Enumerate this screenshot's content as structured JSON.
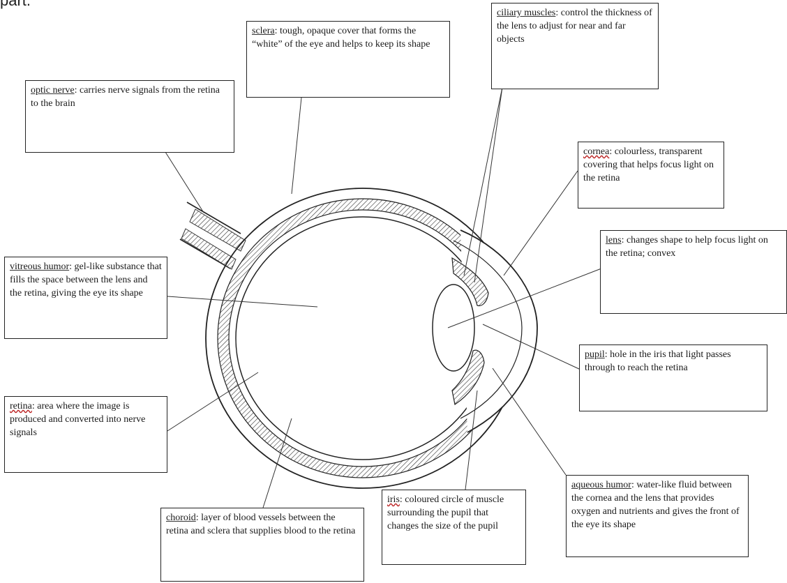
{
  "top_text": "part.",
  "labels": {
    "sclera": {
      "term": "sclera",
      "desc": ": tough, opaque cover that forms the “white” of the eye and helps to keep its shape"
    },
    "ciliary": {
      "term": "ciliary muscles",
      "desc": ": control the thickness of the lens to adjust for near and far objects"
    },
    "optic": {
      "term": "optic nerve",
      "desc": ": carries nerve signals from the retina to the brain"
    },
    "cornea": {
      "term": "cornea",
      "desc": ": colourless, transparent covering that helps focus light on the retina"
    },
    "lens": {
      "term": "lens",
      "desc": ": changes shape to help focus light on the retina; convex"
    },
    "vitreous": {
      "term": "vitreous humor",
      "desc": ": gel-like substance that fills the space between the lens and the retina, giving the eye its shape"
    },
    "pupil": {
      "term": "pupil",
      "desc": ": hole in the iris that light passes through to reach the retina"
    },
    "retina": {
      "term": "retina",
      "desc": ": area where the image is produced and converted into nerve signals"
    },
    "aqueous": {
      "term": "aqueous humor",
      "desc": ": water-like fluid between the cornea and the lens that provides oxygen and nutrients and gives the front of the eye its shape"
    },
    "iris": {
      "term": "iris",
      "desc": ": coloured circle of muscle surrounding the pupil that changes the size of the pupil"
    },
    "choroid": {
      "term": "choroid",
      "desc": ": layer of blood vessels between the retina and sclera that supplies blood to the retina"
    }
  }
}
